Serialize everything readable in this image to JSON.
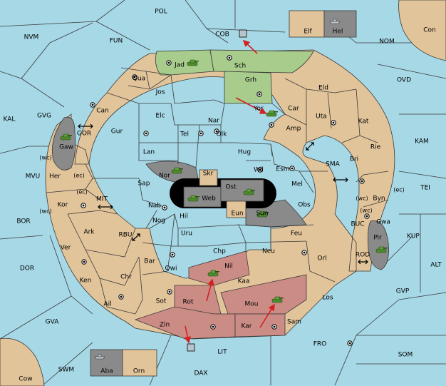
{
  "map": {
    "colors": {
      "sea": "#a6d8e6",
      "land": "#e2c49a",
      "green_team": "#a7cc8c",
      "red_team": "#cc8c86",
      "impassable": "#8a8a8a",
      "center_black": "#000000",
      "arrow": "#d42020"
    },
    "labels": {
      "POL": "POL",
      "NVM": "NVM",
      "FUN": "FUN",
      "COB": "COB",
      "NOM": "NOM",
      "Con": "Con",
      "Elf": "Elf",
      "Hel": "Hel",
      "OVD": "OVD",
      "KAL": "KAL",
      "GVG": "GVG",
      "KAM": "KAM",
      "TEI": "TEI",
      "MVU": "MVU",
      "BOR": "BOR",
      "DOR": "DOR",
      "GWA": "GVA",
      "SWM": "SWM",
      "Cow": "Cow",
      "Aba": "Aba",
      "Orn": "Orn",
      "DAX": "DAX",
      "LIT": "LIT",
      "FRO": "FRO",
      "SOM": "SOM",
      "GVP": "GVP",
      "ALT": "ALT",
      "KUP": "KUP",
      "BUC": "BUC",
      "ROD": "ROD",
      "SMA": "SMA",
      "GOR": "GOR",
      "MIT": "MIT",
      "RBU": "RBU",
      "Jad": "Jad",
      "Sch": "Sch",
      "Grh": "Grh",
      "Qua": "Qua",
      "Jos": "Jos",
      "Eld": "Eld",
      "Can": "Can",
      "Yor": "Yor",
      "Car": "Car",
      "Uta": "Uta",
      "Kat": "Kat",
      "Elc": "Elc",
      "Nar": "Nar",
      "Tel": "Tel",
      "Olk": "Olk",
      "Amp": "Amp",
      "Rie": "Rie",
      "Gaw": "Gaw",
      "Gur": "Gur",
      "Lan": "Lan",
      "Hug": "Hug",
      "Bri": "Bri",
      "Her": "Her",
      "wc1": "(wc)",
      "ec1": "(ec)",
      "Nor": "Nor",
      "Skr": "Skr",
      "Wil": "Wil",
      "Esm": "Esm",
      "Sap": "Sap",
      "Ost": "Ost",
      "Web": "Web",
      "Mel": "Mel",
      "Byn": "Byn",
      "wc2": "(wc)",
      "ec2": "(ec)",
      "Kor": "Kor",
      "ec3": "(ec)",
      "wc3": "(wc)",
      "Nab": "Nab",
      "Eun": "Eun",
      "Sun": "Sun",
      "Obs": "Obs",
      "Gwa": "Gwa",
      "wc4": "(wc)",
      "Hil": "Hil",
      "Nog": "Nog",
      "Ark": "Ark",
      "Uru": "Uru",
      "Feu": "Feu",
      "Pir": "Pir",
      "Ver": "Ver",
      "Chp": "Chp",
      "Neu": "Neu",
      "Bar": "Bar",
      "Qwi": "Qwi",
      "Nil": "Nil",
      "Orl": "Orl",
      "Ken": "Ken",
      "Kaa": "Kaa",
      "Chr": "Chr",
      "Rot": "Rot",
      "Mou": "Mou",
      "Los": "Los",
      "Ail": "Ail",
      "Sot": "Sot",
      "Zin": "Zin",
      "Kar": "Kar",
      "Sam": "Sam"
    }
  }
}
